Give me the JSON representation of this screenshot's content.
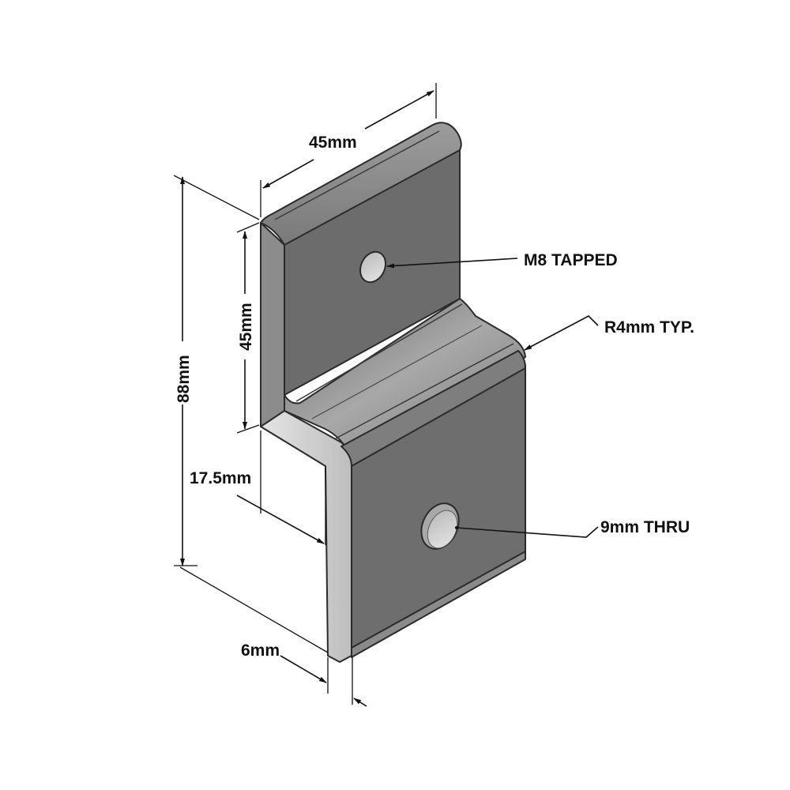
{
  "diagram": {
    "dimensions": {
      "top_width": "45mm",
      "upper_height": "45mm",
      "overall_height": "88mm",
      "offset": "17.5mm",
      "thickness": "6mm"
    },
    "callouts": {
      "tapped_hole": "M8 TAPPED",
      "bend_radius": "R4mm TYP.",
      "thru_hole": "9mm THRU"
    },
    "colors": {
      "face_front": "#6e6e6e",
      "face_bevel": "#8a8a8a",
      "face_top": "#9a9a9a",
      "face_side": "#d2d2d2",
      "hole_inner": "#cfcfcf",
      "line": "#111111"
    }
  }
}
